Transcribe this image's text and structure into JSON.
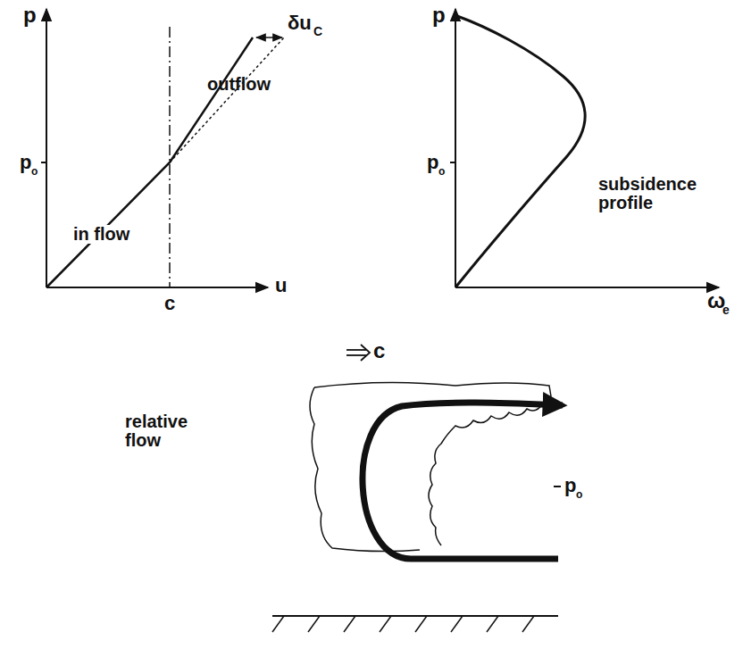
{
  "diagram": {
    "labels": [
      "p",
      "δu",
      "C",
      "outflow",
      "p",
      "o",
      "in flow",
      "c",
      "u",
      "p",
      "p",
      "o",
      "subsidence profile",
      "ω",
      "e",
      "c",
      "relative flow",
      "p",
      "o"
    ]
  }
}
